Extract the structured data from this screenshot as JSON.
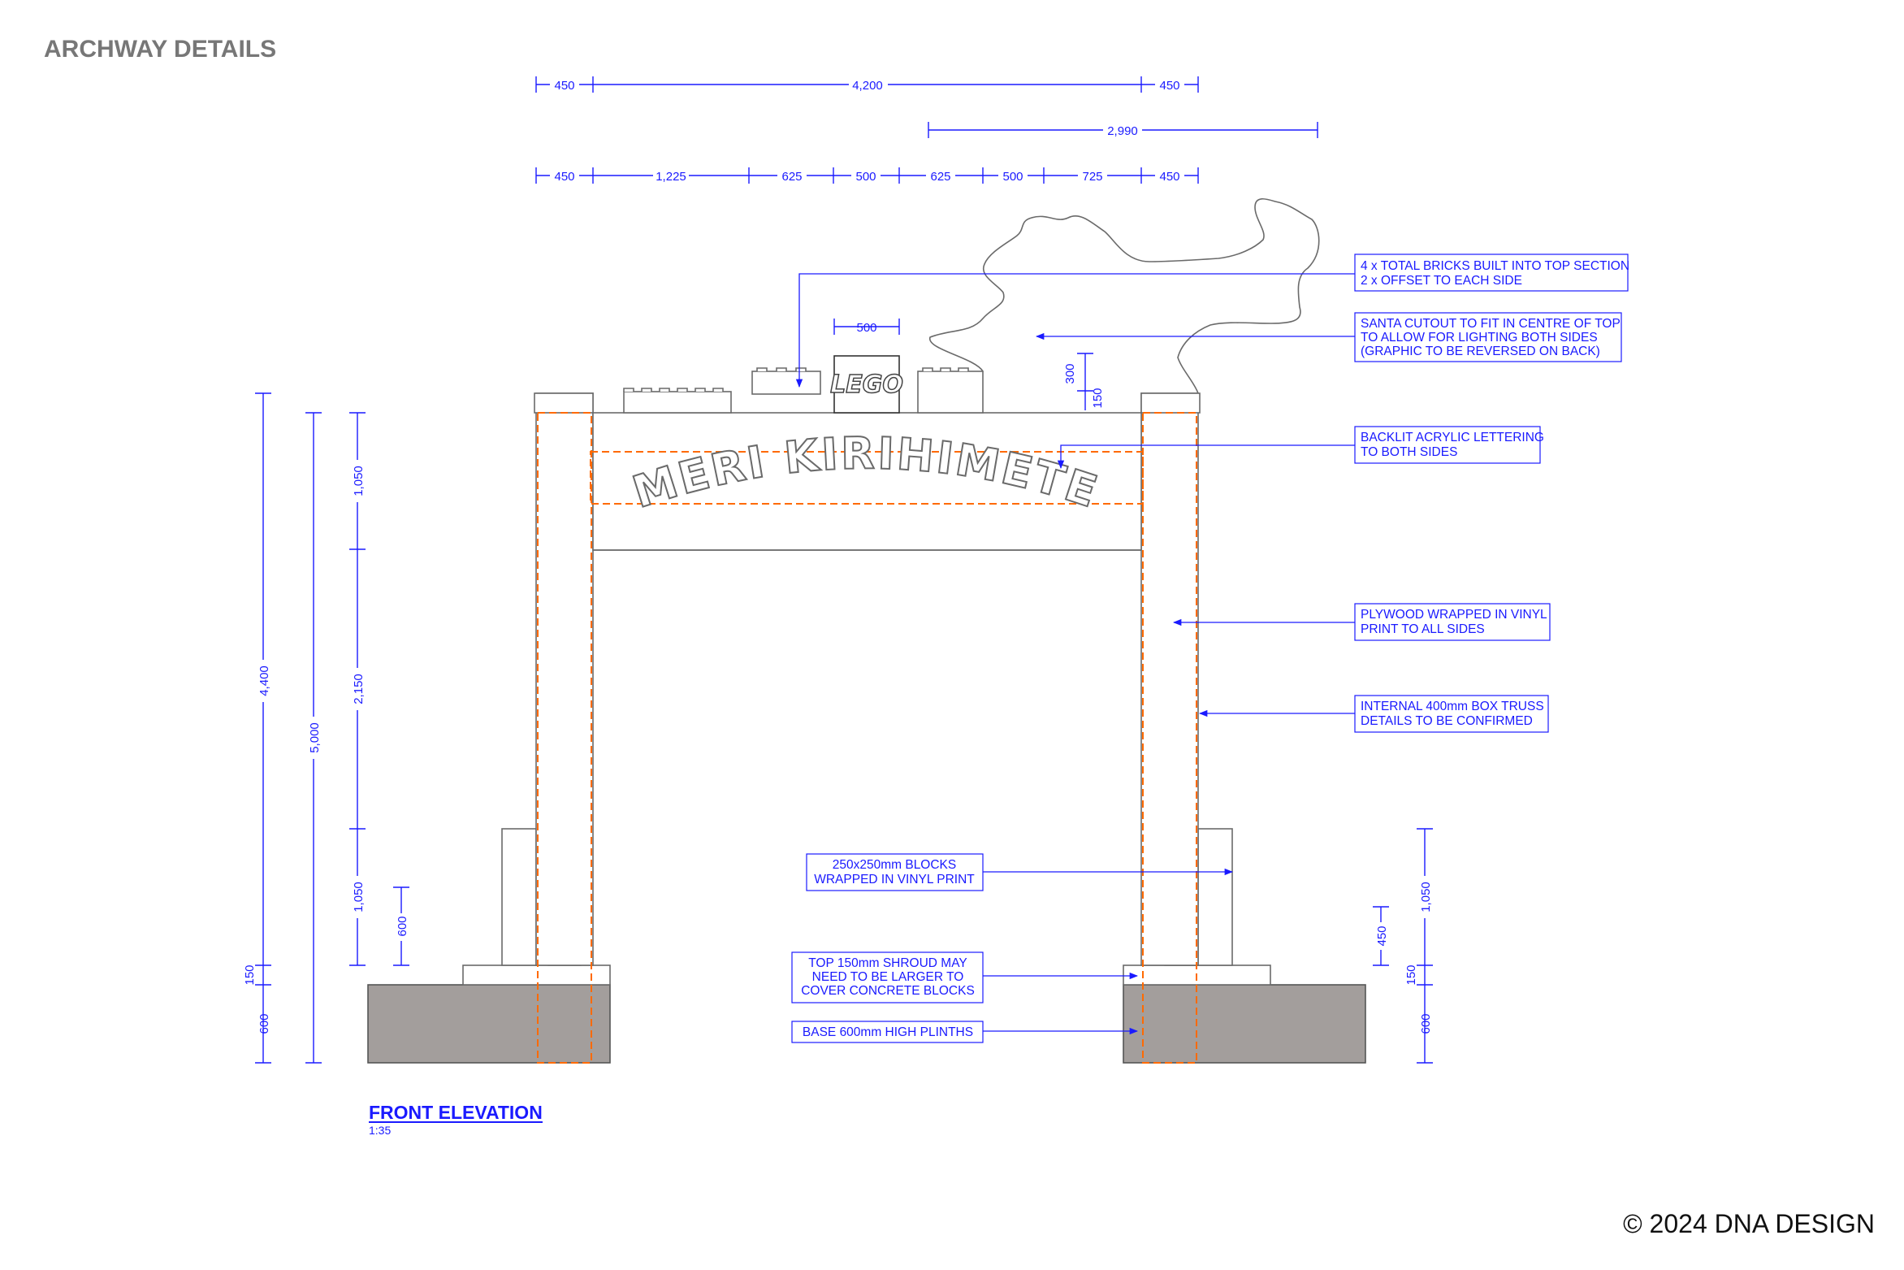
{
  "sheet_title": "ARCHWAY DETAILS",
  "copyright": "© 2024 DNA DESIGN",
  "view": {
    "title": "FRONT ELEVATION",
    "scale": "1:35"
  },
  "arch_lettering": "MERI KIRIHIMETE",
  "logo": "LEGO",
  "dimensions": {
    "top_row_1": [
      "450",
      "4,200",
      "450"
    ],
    "top_row_2": "2,990",
    "top_row_3": [
      "450",
      "1,225",
      "625",
      "500",
      "625",
      "500",
      "725",
      "450"
    ],
    "logo_width": "500",
    "brick_300": "300",
    "brick_150": "150",
    "left_overall": [
      "4,400",
      "150",
      "600"
    ],
    "left_total": "5,000",
    "left_breakdown": [
      "1,050",
      "2,150",
      "1,050"
    ],
    "left_block": "600",
    "right_breakdown": [
      "1,050",
      "150",
      "600"
    ],
    "right_block": "450"
  },
  "notes": {
    "bricks": [
      "4 x TOTAL BRICKS BUILT INTO TOP SECTION",
      "2 x OFFSET TO EACH SIDE"
    ],
    "santa": [
      "SANTA CUTOUT TO FIT IN CENTRE OF TOP",
      "TO ALLOW FOR LIGHTING BOTH SIDES",
      "(GRAPHIC TO BE REVERSED ON BACK)"
    ],
    "acrylic": [
      "BACKLIT ACRYLIC LETTERING",
      "TO BOTH SIDES"
    ],
    "plywood": [
      "PLYWOOD WRAPPED IN VINYL",
      "PRINT TO ALL SIDES"
    ],
    "truss": [
      "INTERNAL 400mm BOX TRUSS",
      "DETAILS TO BE CONFIRMED"
    ],
    "blocks": [
      "250x250mm BLOCKS",
      "WRAPPED IN VINYL PRINT"
    ],
    "shroud": [
      "TOP 150mm SHROUD MAY",
      "NEED TO BE LARGER TO",
      "COVER CONCRETE BLOCKS"
    ],
    "plinths": [
      "BASE 600mm HIGH PLINTHS"
    ]
  },
  "colors": {
    "dimension": "#1a1aff",
    "outline": "#6a6a6a",
    "truss": "#ff6a00",
    "plinth": "#a39e9c",
    "title": "#777777"
  }
}
